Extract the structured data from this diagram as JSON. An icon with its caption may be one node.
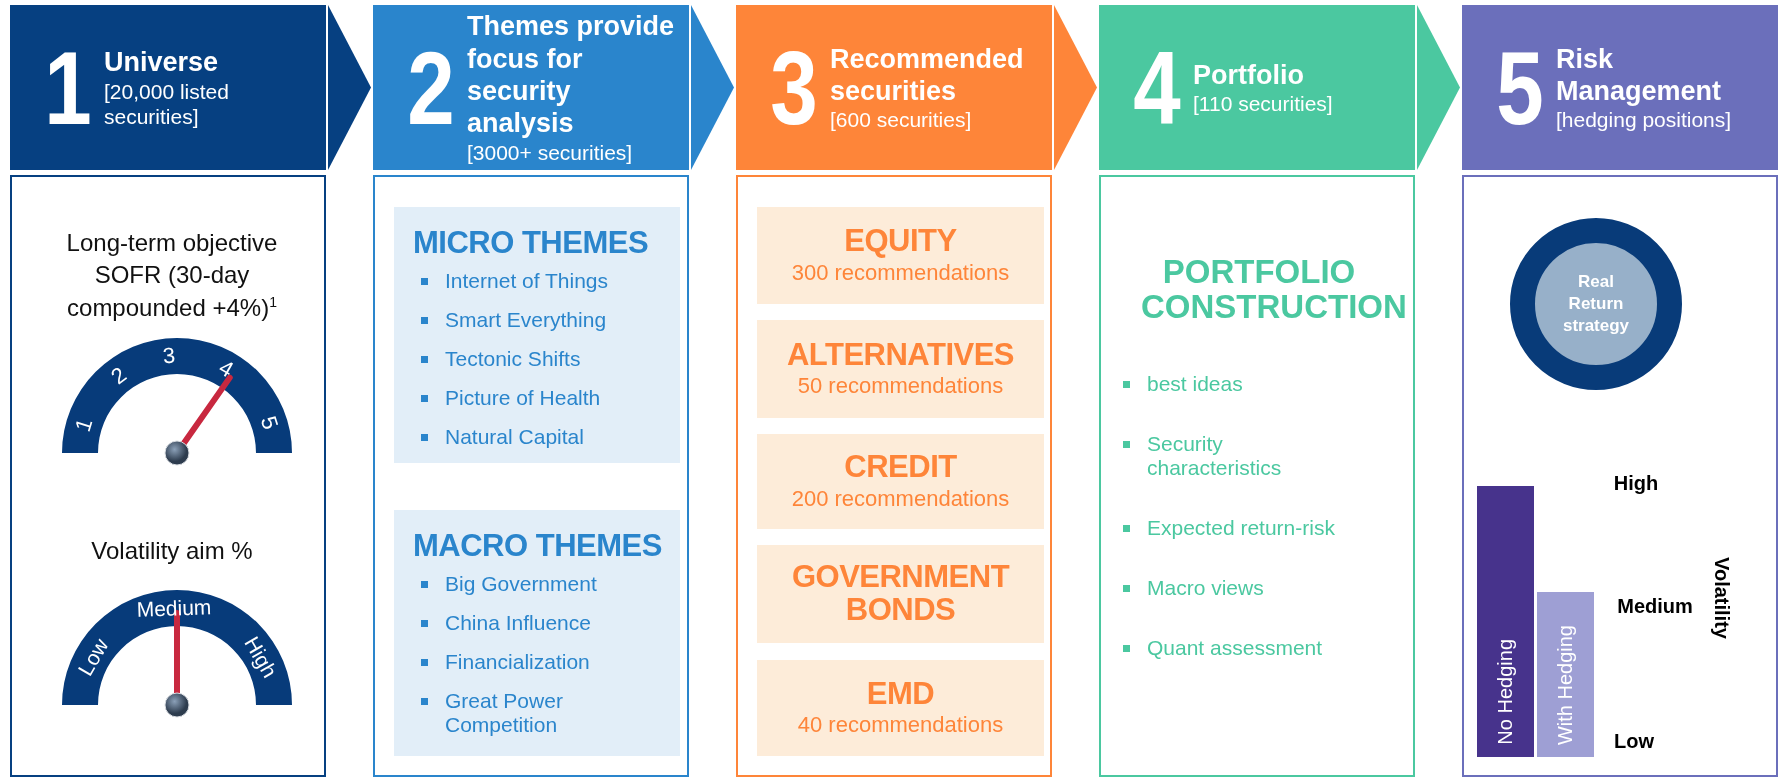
{
  "diagram": {
    "nodes": [
      {
        "text": [
          "1",
          "Universe",
          "[20,000 listed securities]"
        ]
      },
      {
        "text": [
          "2",
          "Themes provide focus for security analysis",
          "[3000+ securities]"
        ]
      },
      {
        "text": [
          "3",
          "Recommended securities",
          "[600 securities]"
        ]
      },
      {
        "text": [
          "4",
          "Portfolio",
          "[110 securities]"
        ]
      },
      {
        "text": [
          "5",
          "Risk Management",
          "[hedging positions]"
        ]
      },
      {
        "text": [
          "Long-term objective SOFR (30-day compounded +4%)$^{1}$",
          "Volatility aim %"
        ]
      },
      {
        "text": [],
        "shape": "box"
      },
      {
        "text": [
          "MICRO THEMES",
          "Internet of Things",
          "Smart Everything",
          "Tectonic Shifts",
          "Picture of Health",
          "Natural Capital"
        ],
        "in": 6
      },
      {
        "text": [
          "MACRO THEMES",
          "Big Government",
          "China Influence",
          "Financialization",
          "Great Power Competition"
        ],
        "in": 6
      },
      {
        "text": [],
        "shape": "box"
      },
      {
        "text": [
          "EQUITY",
          "300 recommendations"
        ],
        "in": 9
      },
      {
        "text": [
          "ALTERNATIVES",
          "50 recommendations"
        ],
        "in": 9
      },
      {
        "text": [
          "CREDIT",
          "200 recommendations"
        ],
        "in": 9
      },
      {
        "text": [
          "GOVERNMENT BONDS"
        ],
        "in": 9
      },
      {
        "text": [
          "EMD",
          "40 recommendations"
        ],
        "in": 9
      },
      {
        "text": [
          "PORTFOLIO CONSTRUCTION",
          "best ideas",
          "Security characteristics",
          "Expected return-risk",
          "Macro views",
          "Quant assessment"
        ]
      },
      {
        "text": [],
        "shape": "box"
      },
      {
        "text": [
          "Real Return strategy"
        ],
        "in": 16
      },
      {
        "text": [
          "No Hedging"
        ],
        "in": 16
      },
      {
        "text": [
          "With Hedging"
        ],
        "in": 16
      }
    ],
    "edges": [
      {
        "from": 0,
        "to": 1,
        "arrow": "to"
      },
      {
        "from": 1,
        "to": 2,
        "arrow": "to"
      },
      {
        "from": 2,
        "to": 3,
        "arrow": "to"
      },
      {
        "from": 3,
        "to": 4,
        "arrow": "to"
      }
    ],
    "labels": [
      "1",
      "2",
      "3",
      "4",
      "5",
      "Low",
      "Medium",
      "High",
      "High",
      "Medium",
      "Low",
      "Volatility"
    ]
  }
}
